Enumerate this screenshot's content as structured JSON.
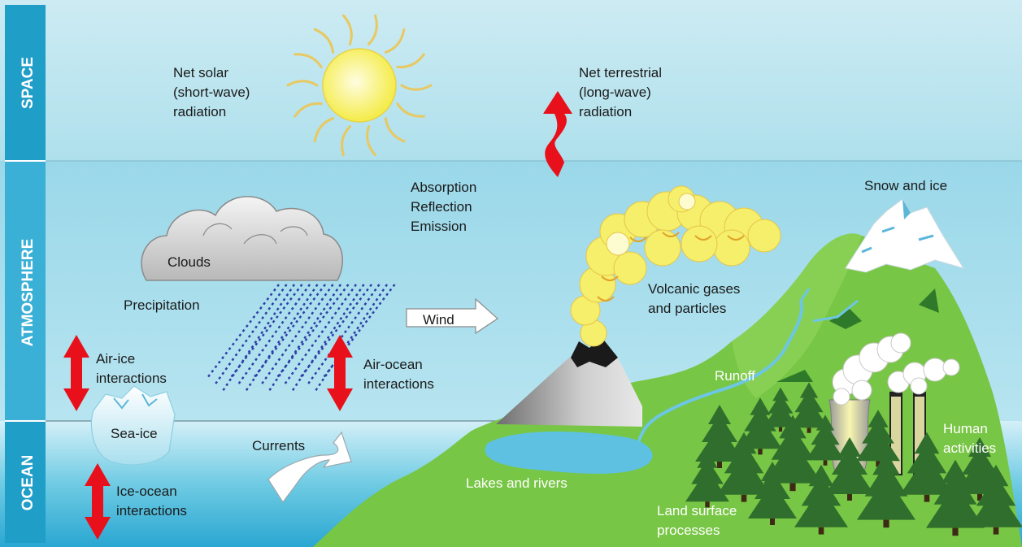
{
  "zones": {
    "space": "SPACE",
    "atmosphere": "ATMOSPHERE",
    "ocean": "OCEAN"
  },
  "labels": {
    "solar": [
      "Net solar",
      "(short-wave)",
      "radiation"
    ],
    "terrestrial": [
      "Net terrestrial",
      "(long-wave)",
      "radiation"
    ],
    "are": [
      "Absorption",
      "Reflection",
      "Emission"
    ],
    "snow_ice": "Snow and ice",
    "clouds": "Clouds",
    "precipitation": "Precipitation",
    "wind": "Wind",
    "volcanic": [
      "Volcanic gases",
      "and particles"
    ],
    "air_ice": [
      "Air-ice",
      "interactions"
    ],
    "air_ocean": [
      "Air-ocean",
      "interactions"
    ],
    "runoff": "Runoff",
    "sea_ice": "Sea-ice",
    "currents": "Currents",
    "human": [
      "Human",
      "activities"
    ],
    "lakes": "Lakes and rivers",
    "ice_ocean": [
      "Ice-ocean",
      "interactions"
    ],
    "land": [
      "Land surface",
      "processes"
    ]
  },
  "colors": {
    "space": "#bfe6f0",
    "sidebar": "#1c9dc7",
    "atmosphere": "#8fd3e6",
    "ocean": "#4cbedc",
    "land": "#76c544",
    "tree": "#2d6b2b",
    "arrow": "#e8101a",
    "sun": "#f8f36a",
    "smoke": "#f6f06a"
  }
}
